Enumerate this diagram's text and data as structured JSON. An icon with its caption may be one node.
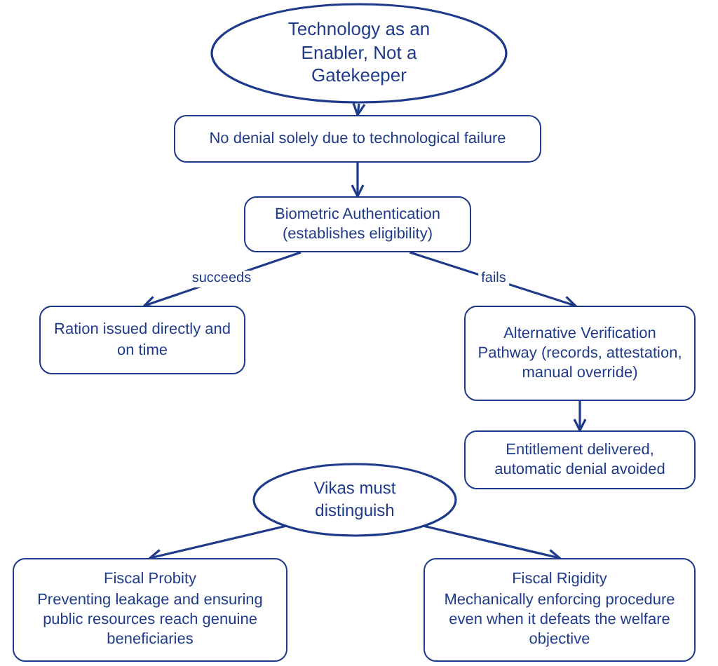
{
  "diagram": {
    "nodes": [
      {
        "text": [
          "Technology as an Enabler, Not a Gatekeeper"
        ]
      },
      {
        "text": [
          "No denial solely due to technological failure"
        ]
      },
      {
        "text": [
          "Biometric Authentication (establishes eligibility)"
        ]
      },
      {
        "text": [
          "Ration issued directly and on time"
        ]
      },
      {
        "text": [
          "Alternative Verification Pathway (records, attestation, manual override)"
        ]
      },
      {
        "text": [
          "Entitlement delivered, automatic denial avoided"
        ]
      },
      {
        "text": [
          "Vikas must distinguish"
        ]
      },
      {
        "text": [
          "Fiscal Probity",
          "Preventing leakage and ensuring public resources reach genuine beneficiaries"
        ]
      },
      {
        "text": [
          "Fiscal Rigidity",
          "Mechanically enforcing procedure even when it defeats the welfare objective"
        ]
      }
    ],
    "edges": [
      {
        "from": 0,
        "to": 1,
        "arrow": "to"
      },
      {
        "from": 1,
        "to": 2,
        "arrow": "to"
      },
      {
        "from": 2,
        "to": 3,
        "arrow": "to",
        "label": "succeeds"
      },
      {
        "from": 2,
        "to": 4,
        "arrow": "to",
        "label": "fails"
      },
      {
        "from": 4,
        "to": 5,
        "arrow": "to"
      },
      {
        "from": 6,
        "to": 7,
        "arrow": "to"
      },
      {
        "from": 6,
        "to": 8,
        "arrow": "to"
      }
    ]
  }
}
